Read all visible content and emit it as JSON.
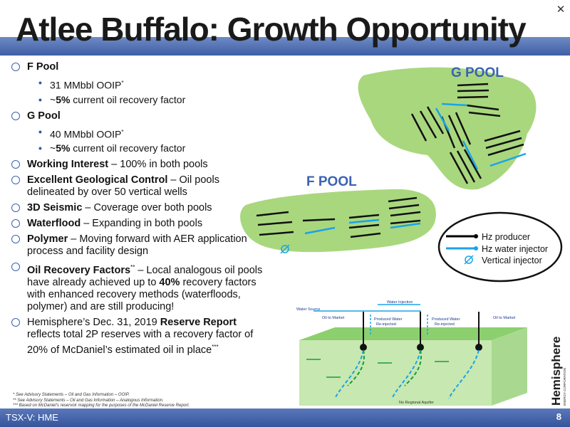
{
  "slide": {
    "title": "Atlee Buffalo: Growth Opportunity",
    "page_number": "8",
    "ticker": "TSX-V: HME"
  },
  "bullets": {
    "f_pool": {
      "label": "F Pool",
      "sub1": "31 MMbbl OOIP",
      "sub1_mark": "*",
      "sub2_pre": "~",
      "sub2_bold": "5%",
      "sub2_rest": " current oil recovery factor"
    },
    "g_pool": {
      "label": "G Pool",
      "sub1": "40 MMbbl OOIP",
      "sub1_mark": "*",
      "sub2_pre": "~",
      "sub2_bold": "5%",
      "sub2_rest": " current oil recovery factor"
    },
    "working_interest": {
      "bold": "Working Interest",
      "rest": " – 100% in both pools"
    },
    "geological": {
      "bold": "Excellent Geological Control",
      "rest": " – Oil pools delineated by over 50 vertical wells"
    },
    "seismic": {
      "bold": "3D Seismic",
      "rest": " – Coverage over both pools"
    },
    "waterflood": {
      "bold": "Waterflood",
      "rest": " – Expanding in both pools"
    },
    "polymer": {
      "bold": "Polymer",
      "rest": " – Moving forward with AER application process and facility design"
    },
    "recovery": {
      "bold": "Oil Recovery Factors",
      "mark": "**",
      "rest1": " – Local analogous oil pools have already achieved up to ",
      "bold2": "40%",
      "rest2": " recovery factors with enhanced recovery methods (waterfloods, polymer) and are still producing!"
    },
    "reserve": {
      "pre": "Hemisphere’s Dec. 31, 2019 ",
      "bold": "Reserve Report",
      "rest": " reflects total 2P reserves with a recovery factor of 20% of McDaniel’s estimated oil in place",
      "mark": "***"
    }
  },
  "footnotes": [
    "*    See Advisory Statements – Oil and Gas Information – OOIP.",
    "**   See Advisory Statements – Oil and Gas Information – Analogous Information.",
    "***  Based on McDaniel’s reservoir mapping for the purposes of the McDaniel Reserve Report."
  ],
  "map": {
    "g_pool_label": "G POOL",
    "f_pool_label": "F POOL"
  },
  "legend": {
    "items": [
      {
        "label": "Hz producer",
        "color": "#000000",
        "icon": "black-line-icon"
      },
      {
        "label": "Hz water injector",
        "color": "#1aa3e8",
        "icon": "blue-line-icon"
      },
      {
        "label": "Vertical injector",
        "color": "#1aa3e8",
        "icon": "vertical-injector-icon"
      }
    ]
  },
  "diagram": {
    "water_source": "Water Source",
    "water_injection": "Water Injection",
    "oil_to_market_left": "Oil to Market",
    "oil_to_market_right": "Oil to Market",
    "produced_water_1": "Produced Water",
    "reinjected_1": "Re-injected",
    "produced_water_2": "Produced Water",
    "reinjected_2": "Re-injected",
    "aquifer": "No Regional Aquifer"
  },
  "logo": {
    "text": "Hemisphere",
    "sub": "ENERGY CORPORATION",
    "color": "#1c1c1c"
  },
  "colors": {
    "accent": "#3b62b3",
    "pool_green": "#a9d77e",
    "injector_blue": "#1aa3e8"
  }
}
